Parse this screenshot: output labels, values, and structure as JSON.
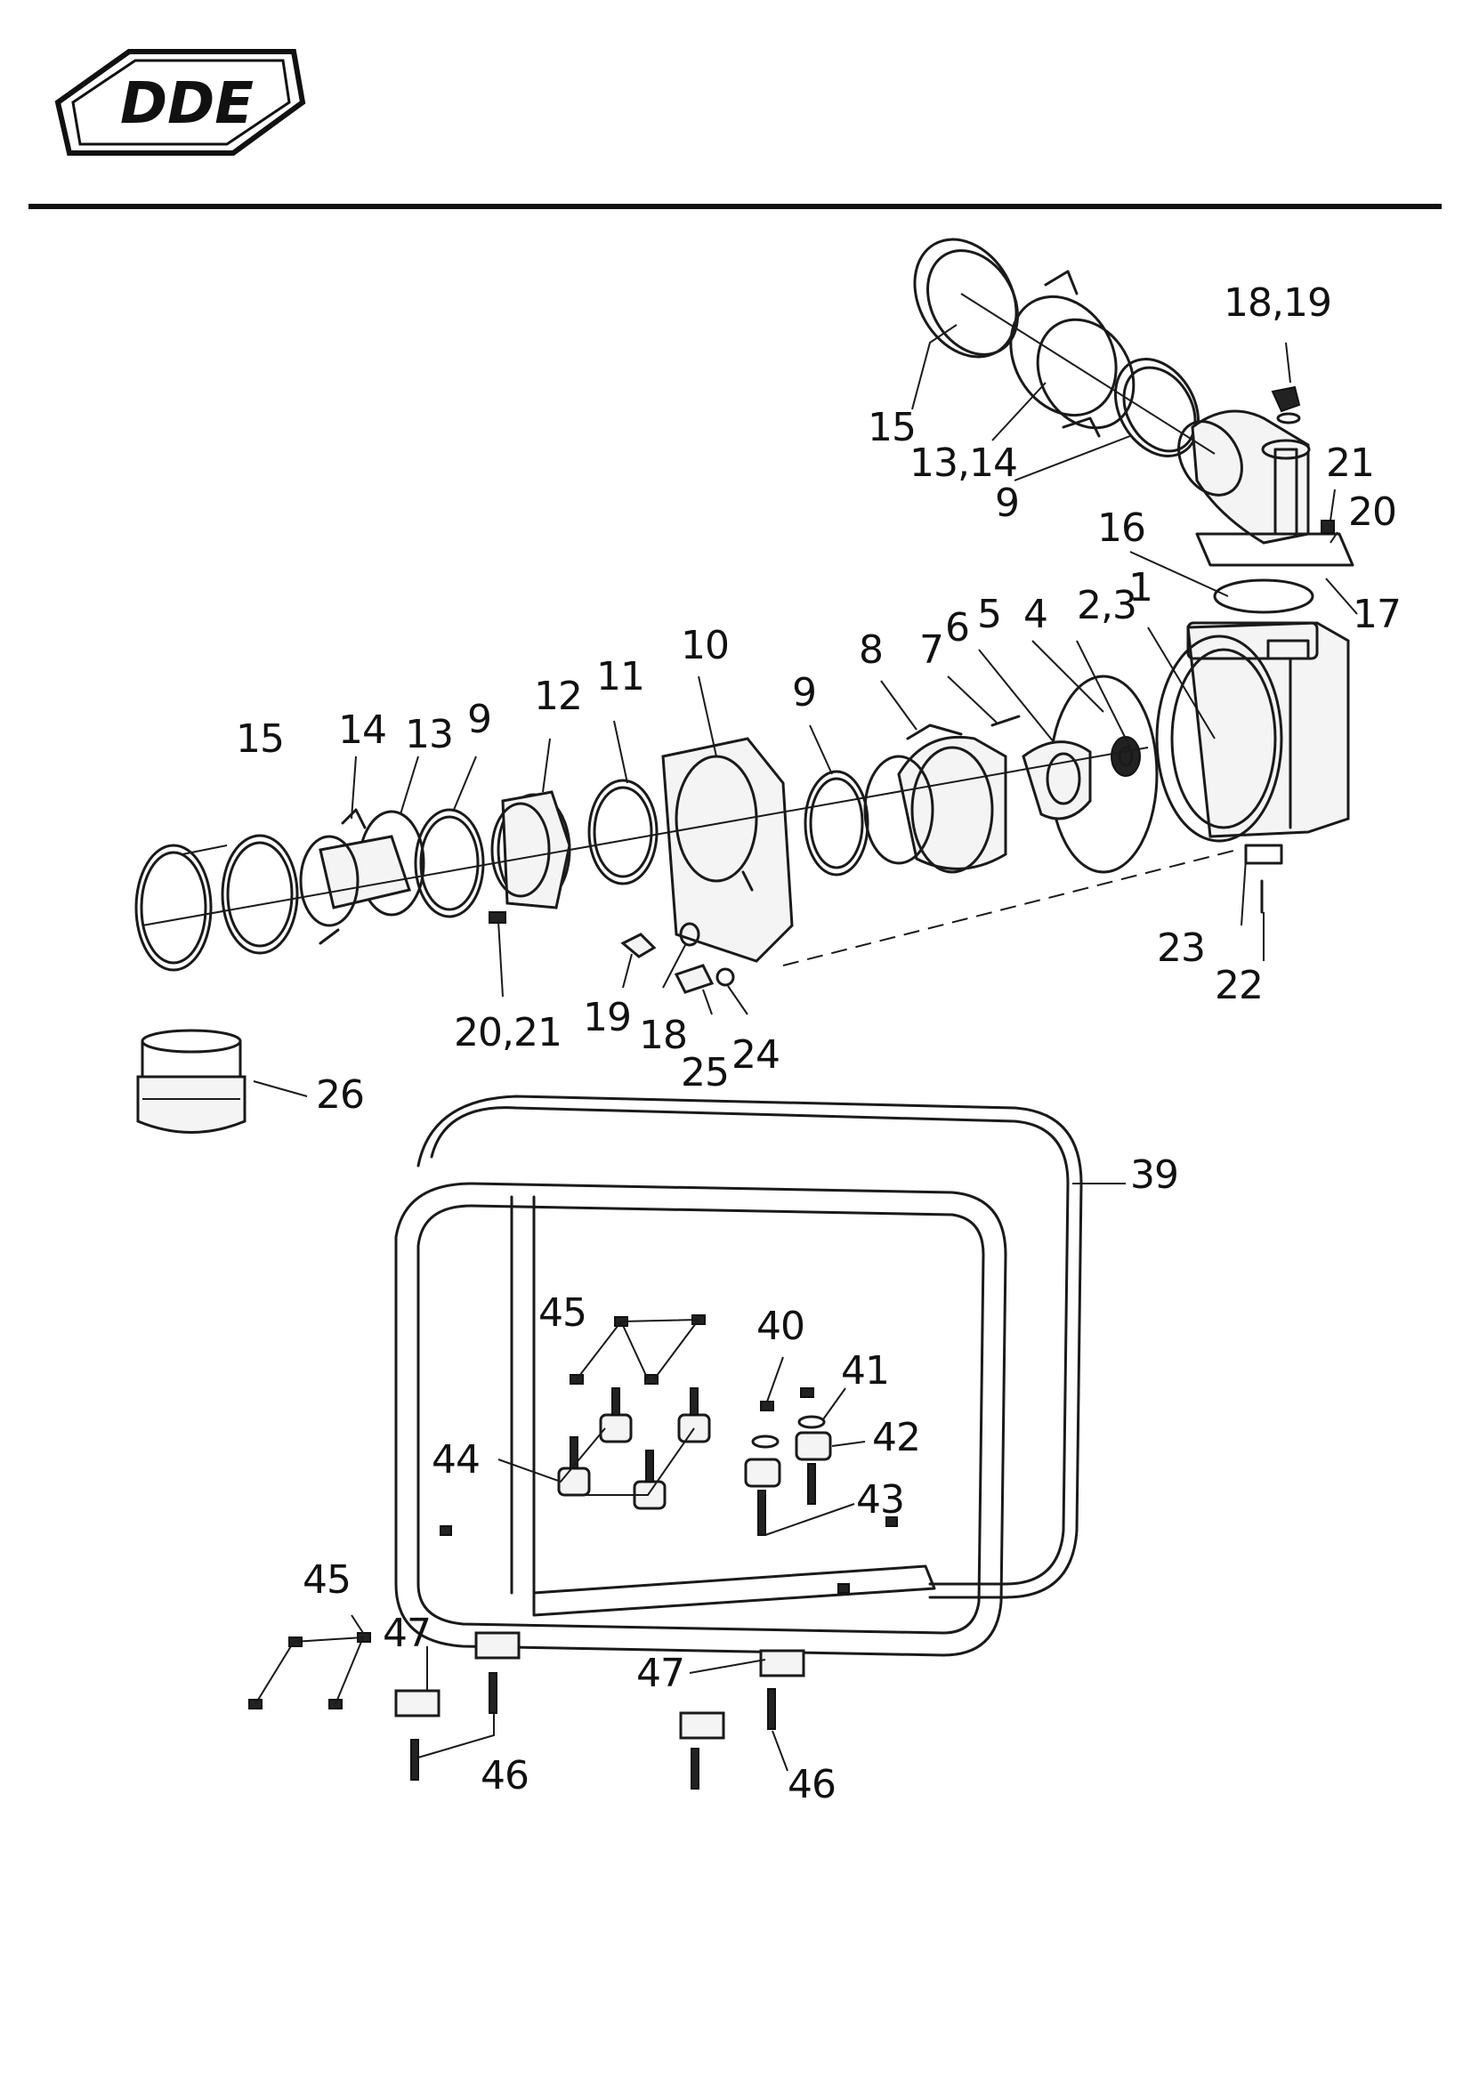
{
  "header": {
    "logo_text": "DDE"
  },
  "labels": {
    "l15_top": "15",
    "l13_14_top": "13,14",
    "l9_top": "9",
    "l18_19_top": "18,19",
    "l21_top": "21",
    "l20_top": "20",
    "l16": "16",
    "l17": "17",
    "l2_3": "2,3",
    "l1": "1",
    "l4": "4",
    "l5": "5",
    "l6": "6",
    "l7": "7",
    "l8": "8",
    "l9_mid": "9",
    "l10": "10",
    "l11": "11",
    "l12": "12",
    "l9_left": "9",
    "l13": "13",
    "l14": "14",
    "l15_left": "15",
    "l20_21": "20,21",
    "l19": "19",
    "l18": "18",
    "l25": "25",
    "l24": "24",
    "l23": "23",
    "l22": "22",
    "l26": "26",
    "l39": "39",
    "l45_a": "45",
    "l40": "40",
    "l41": "41",
    "l42": "42",
    "l44": "44",
    "l43": "43",
    "l45_b": "45",
    "l47_a": "47",
    "l46_a": "46",
    "l47_b": "47",
    "l46_b": "46"
  }
}
